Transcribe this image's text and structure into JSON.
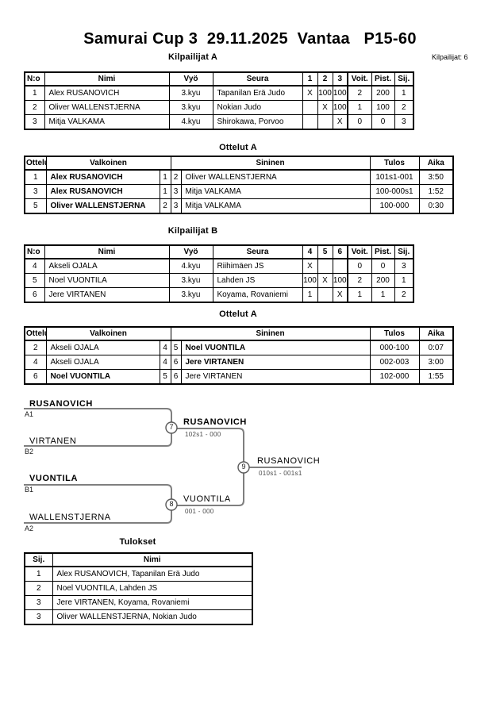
{
  "page": {
    "title": "Samurai Cup 3  29.11.2025  Vantaa   P15-60",
    "competitors_label": "Kilpailijat: 6"
  },
  "pool_a": {
    "heading": "Kilpailijat A",
    "columns": [
      "N:o",
      "Nimi",
      "Vyö",
      "Seura",
      "1",
      "2",
      "3",
      "Voit.",
      "Pist.",
      "Sij."
    ],
    "rows": [
      [
        "1",
        "Alex RUSANOVICH",
        "3.kyu",
        "Tapanilan Erä Judo",
        "X",
        "100",
        "100",
        "2",
        "200",
        "1"
      ],
      [
        "2",
        "Oliver WALLENSTJERNA",
        "3.kyu",
        "Nokian Judo",
        "",
        "X",
        "100",
        "1",
        "100",
        "2"
      ],
      [
        "3",
        "Mitja VALKAMA",
        "4.kyu",
        "Shirokawa, Porvoo",
        "",
        "",
        "X",
        "0",
        "0",
        "3"
      ]
    ]
  },
  "matches_a": {
    "heading": "Ottelut A",
    "columns": [
      "Ottelu",
      "Valkoinen",
      "Sininen",
      "Tulos",
      "Aika"
    ],
    "rows": [
      {
        "no": "1",
        "white": "Alex RUSANOVICH",
        "white_win": true,
        "wno": "1",
        "bno": "2",
        "blue": "Oliver WALLENSTJERNA",
        "blue_win": false,
        "result": "101s1-001",
        "time": "3:50"
      },
      {
        "no": "3",
        "white": "Alex RUSANOVICH",
        "white_win": true,
        "wno": "1",
        "bno": "3",
        "blue": "Mitja VALKAMA",
        "blue_win": false,
        "result": "100-000s1",
        "time": "1:52"
      },
      {
        "no": "5",
        "white": "Oliver WALLENSTJERNA",
        "white_win": true,
        "wno": "2",
        "bno": "3",
        "blue": "Mitja VALKAMA",
        "blue_win": false,
        "result": "100-000",
        "time": "0:30"
      }
    ]
  },
  "pool_b": {
    "heading": "Kilpailijat B",
    "columns": [
      "N:o",
      "Nimi",
      "Vyö",
      "Seura",
      "4",
      "5",
      "6",
      "Voit.",
      "Pist.",
      "Sij."
    ],
    "rows": [
      [
        "4",
        "Akseli OJALA",
        "4.kyu",
        "Riihimäen JS",
        "X",
        "",
        "",
        "0",
        "0",
        "3"
      ],
      [
        "5",
        "Noel VUONTILA",
        "3.kyu",
        "Lahden JS",
        "100",
        "X",
        "100",
        "2",
        "200",
        "1"
      ],
      [
        "6",
        "Jere VIRTANEN",
        "3.kyu",
        "Koyama, Rovaniemi",
        "1",
        "",
        "X",
        "1",
        "1",
        "2"
      ]
    ]
  },
  "matches_b": {
    "heading": "Ottelut A",
    "columns": [
      "Ottelu",
      "Valkoinen",
      "Sininen",
      "Tulos",
      "Aika"
    ],
    "rows": [
      {
        "no": "2",
        "white": "Akseli OJALA",
        "white_win": false,
        "wno": "4",
        "bno": "5",
        "blue": "Noel VUONTILA",
        "blue_win": true,
        "result": "000-100",
        "time": "0:07"
      },
      {
        "no": "4",
        "white": "Akseli OJALA",
        "white_win": false,
        "wno": "4",
        "bno": "6",
        "blue": "Jere VIRTANEN",
        "blue_win": true,
        "result": "002-003",
        "time": "3:00"
      },
      {
        "no": "6",
        "white": "Noel VUONTILA",
        "white_win": true,
        "wno": "5",
        "bno": "6",
        "blue": "Jere VIRTANEN",
        "blue_win": false,
        "result": "102-000",
        "time": "1:55"
      }
    ]
  },
  "bracket": {
    "semi1": {
      "number": "7",
      "top_name": "RUSANOVICH",
      "top_seed": "A1",
      "top_win": true,
      "bottom_name": "VIRTANEN",
      "bottom_seed": "B2",
      "bottom_win": false,
      "winner": "RUSANOVICH",
      "winner_bold": true,
      "score": "102s1 - 000"
    },
    "semi2": {
      "number": "8",
      "top_name": "VUONTILA",
      "top_seed": "B1",
      "top_win": true,
      "bottom_name": "WALLENSTJERNA",
      "bottom_seed": "A2",
      "bottom_win": false,
      "winner": "VUONTILA",
      "winner_bold": false,
      "score": "001 - 000"
    },
    "final": {
      "number": "9",
      "winner": "RUSANOVICH",
      "winner_bold": false,
      "score": "010s1 - 001s1"
    }
  },
  "results": {
    "heading": "Tulokset",
    "columns": [
      "Sij.",
      "Nimi"
    ],
    "rows": [
      [
        "1",
        "Alex RUSANOVICH, Tapanilan Erä Judo"
      ],
      [
        "2",
        "Noel VUONTILA, Lahden JS"
      ],
      [
        "3",
        "Jere VIRTANEN, Koyama, Rovaniemi"
      ],
      [
        "3",
        "Oliver WALLENSTJERNA, Nokian Judo"
      ]
    ]
  }
}
